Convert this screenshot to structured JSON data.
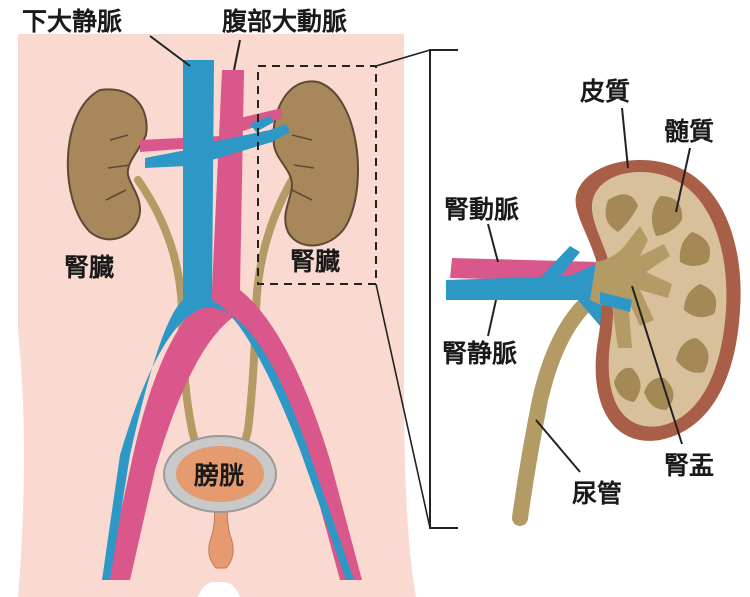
{
  "labels": {
    "ivc": "下大静脈",
    "aorta": "腹部大動脈",
    "kidney_left": "腎臓",
    "kidney_right": "腎臓",
    "bladder": "膀胱",
    "cortex": "皮質",
    "medulla": "髄質",
    "renal_artery": "腎動脈",
    "renal_vein": "腎静脈",
    "ureter": "尿管",
    "renal_pelvis": "腎盂"
  },
  "colors": {
    "skin": "#fadad0",
    "kidney": "#a8875a",
    "ureter": "#b49a64",
    "artery": "#d9578a",
    "vein": "#2d97c5",
    "bladder": "#e59a70",
    "cortex_rim": "#a85e47",
    "cortex": "#d8c09a",
    "medulla": "#a48856",
    "pelvis": "#b49a64"
  }
}
